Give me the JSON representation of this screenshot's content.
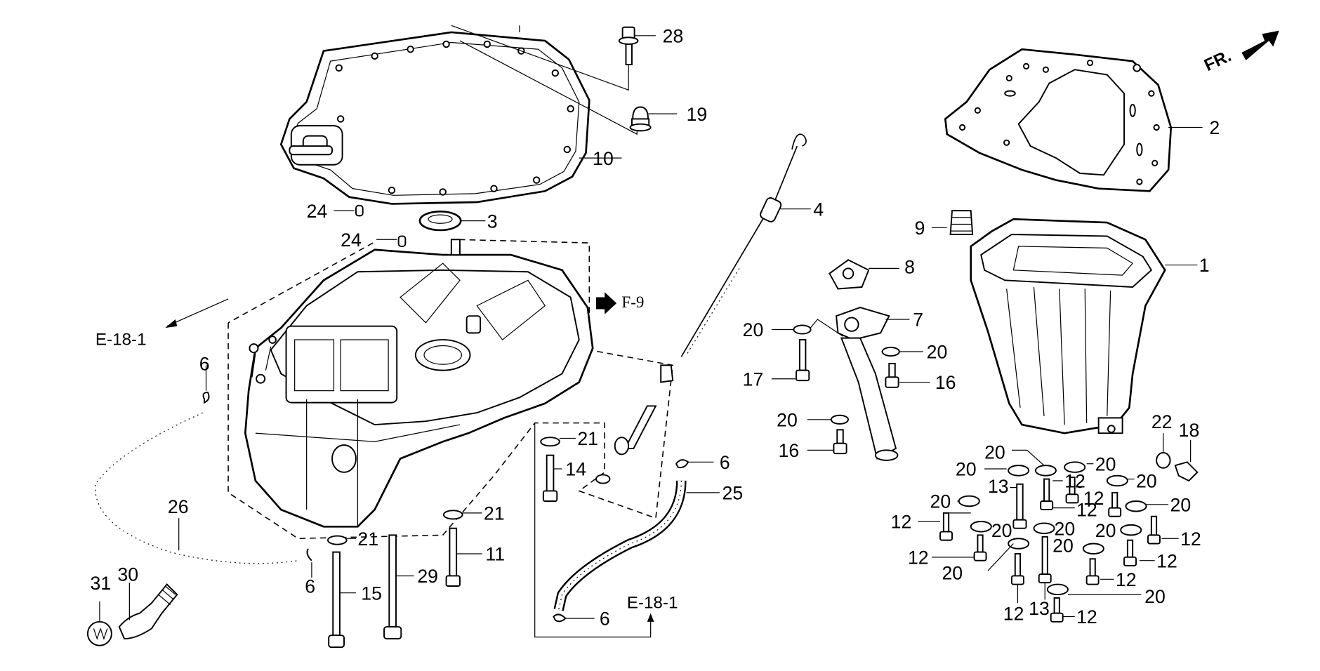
{
  "diagram": {
    "title": "Oil Pan / Mount Case Exploded Parts Diagram",
    "orientation": {
      "label": "FR.",
      "icon": "front-direction-arrow-icon"
    },
    "references": [
      {
        "id": "ref-e18-1-left",
        "label": "E-18-1"
      },
      {
        "id": "ref-f9",
        "label": "F-9"
      },
      {
        "id": "ref-e18-1-bottom",
        "label": "E-18-1"
      }
    ],
    "callouts": {
      "c1": "1",
      "c2": "2",
      "c3": "3",
      "c4": "4",
      "c6a": "6",
      "c6b": "6",
      "c6c": "6",
      "c6d": "6",
      "c7": "7",
      "c8": "8",
      "c9": "9",
      "c10": "10",
      "c11": "11",
      "c12a": "12",
      "c12b": "12",
      "c12c": "12",
      "c12d": "12",
      "c12e": "12",
      "c12f": "12",
      "c12g": "12",
      "c12h": "12",
      "c12i": "12",
      "c12j": "12",
      "c12k": "12",
      "c13a": "13",
      "c13b": "13",
      "c14": "14",
      "c15": "15",
      "c16a": "16",
      "c16b": "16",
      "c17": "17",
      "c18": "18",
      "c19": "19",
      "c20a": "20",
      "c20b": "20",
      "c20c": "20",
      "c20d": "20",
      "c20e": "20",
      "c20f": "20",
      "c20g": "20",
      "c20h": "20",
      "c20i": "20",
      "c20j": "20",
      "c20k": "20",
      "c20l": "20",
      "c20m": "20",
      "c20n": "20",
      "c20o": "20",
      "c20p": "20",
      "c21a": "21",
      "c21b": "21",
      "c21c": "21",
      "c22": "22",
      "c24a": "24",
      "c24b": "24",
      "c25": "25",
      "c26": "26",
      "c28": "28",
      "c29": "29",
      "c30": "30",
      "c31": "31"
    }
  }
}
